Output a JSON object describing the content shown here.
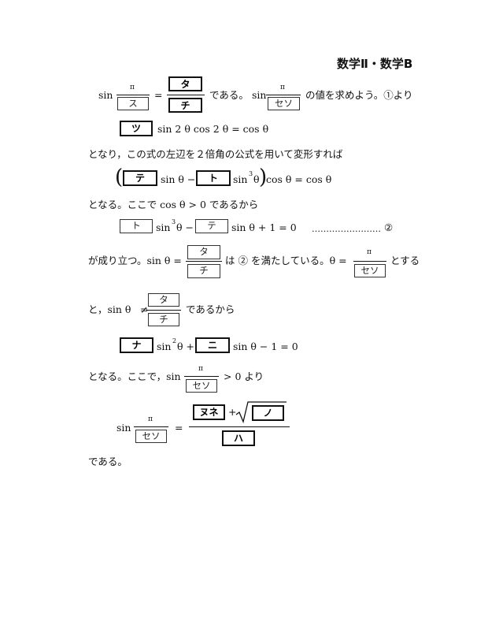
{
  "header": "数学Ⅱ・数学B",
  "boxes": {
    "ta": "タ",
    "chi": "チ",
    "su": "ス",
    "seso": "セソ",
    "tsu": "ツ",
    "te": "テ",
    "to": "ト",
    "na": "ナ",
    "ni": "ニ",
    "nune": "ヌネ",
    "no": "ノ",
    "ha": "ハ"
  },
  "sym": {
    "pi": "π",
    "eq": "=",
    "minus": "−",
    "plus": "+",
    "neq": "≠",
    "three": "3",
    "two": "2"
  },
  "text": {
    "sin": "sin",
    "de_aru": "である。",
    "find_value": "の値を求めよう。①より",
    "tsu_rest": "sin 2 θ cos 2 θ = cos θ",
    "line3": "となり，この式の左辺を２倍角の公式を用いて変形すれば",
    "sin_theta_minus": "sin θ −",
    "sin3_a": "sin",
    "theta_paren": "θ",
    "cos_eq": "cos θ = cos θ",
    "line5": "となる。ここで cos θ > 0 であるから",
    "eq2_sin3": "sin",
    "eq2_mid": "θ −",
    "eq2_end": "sin θ + 1 = 0",
    "eq2_dots": "……………………",
    "eq2_num": "②",
    "line7_pre": "が成り立つ。sin θ =",
    "line7_mid": "は ② を満たしている。θ =",
    "line7_end": "とする",
    "line8_pre": "と，sin θ",
    "line8_post": "であるから",
    "na_sin2": "sin",
    "na_mid": "θ +",
    "ni_end": "sin θ − 1 = 0",
    "line10_pre": "となる。ここで，sin",
    "line10_post": "> 0 より",
    "final_end": "である。"
  }
}
